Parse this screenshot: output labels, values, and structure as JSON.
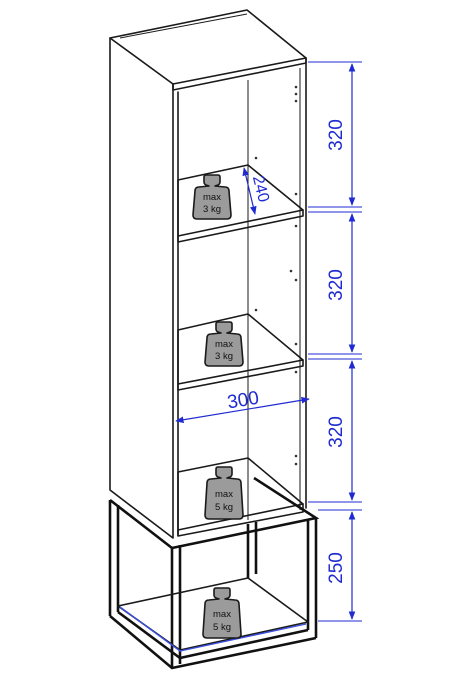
{
  "dimensions": {
    "shelf_height_top": "320",
    "shelf_height_middle": "320",
    "shelf_height_lower": "320",
    "base_height": "250",
    "depth": "240",
    "width": "300"
  },
  "load_labels": {
    "shelf_upper": {
      "max": "max",
      "load": "3 kg"
    },
    "shelf_middle": {
      "max": "max",
      "load": "3 kg"
    },
    "shelf_lower": {
      "max": "max",
      "load": "5 kg"
    },
    "shelf_base": {
      "max": "max",
      "load": "5 kg"
    }
  },
  "colors": {
    "dimension": "#1f2bd1",
    "weight_fill": "#9b9b9b",
    "outline": "#1a1a1a"
  },
  "icons": {
    "weight": "weight-icon"
  }
}
